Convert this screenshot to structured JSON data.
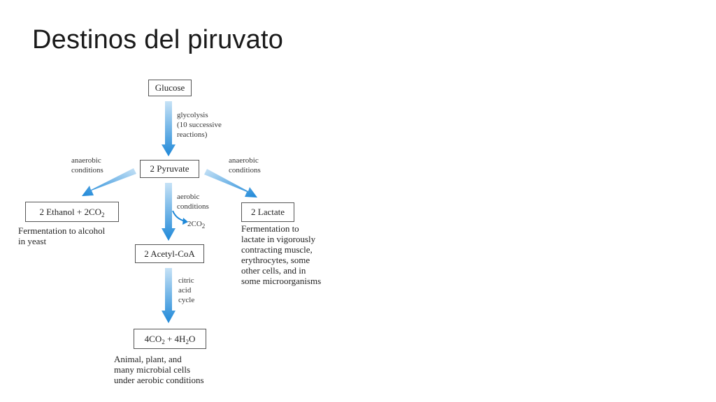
{
  "slide": {
    "title": "Destinos del piruvato"
  },
  "nodes": {
    "glucose": "Glucose",
    "pyruvate": "2 Pyruvate",
    "ethanol": {
      "prefix": "2 Ethanol + 2CO",
      "sub": "2"
    },
    "lactate": "2 Lactate",
    "acetyl": "2 Acetyl-CoA",
    "final": {
      "a": "4CO",
      "a_sub": "2",
      "b": " + 4H",
      "b_sub": "2",
      "c": "O"
    }
  },
  "edge_labels": {
    "glycolysis": [
      "glycolysis",
      "(10 successive",
      "reactions)"
    ],
    "anaerobic_left": [
      "anaerobic",
      "conditions"
    ],
    "anaerobic_right": [
      "anaerobic",
      "conditions"
    ],
    "aerobic": [
      "aerobic",
      "conditions"
    ],
    "co2_release": {
      "text": "2CO",
      "sub": "2"
    },
    "citric": [
      "citric",
      "acid",
      "cycle"
    ]
  },
  "captions": {
    "ethanol": [
      "Fermentation to alcohol",
      "in yeast"
    ],
    "lactate": [
      "Fermentation to",
      "lactate in vigorously",
      "contracting muscle,",
      "erythrocytes, some",
      "other cells, and in",
      "some microorganisms"
    ],
    "final": [
      "Animal, plant, and",
      "many microbial cells",
      "under aerobic conditions"
    ]
  },
  "colors": {
    "arrow_light": "#bcdcf3",
    "arrow_dark": "#1e88d8"
  }
}
